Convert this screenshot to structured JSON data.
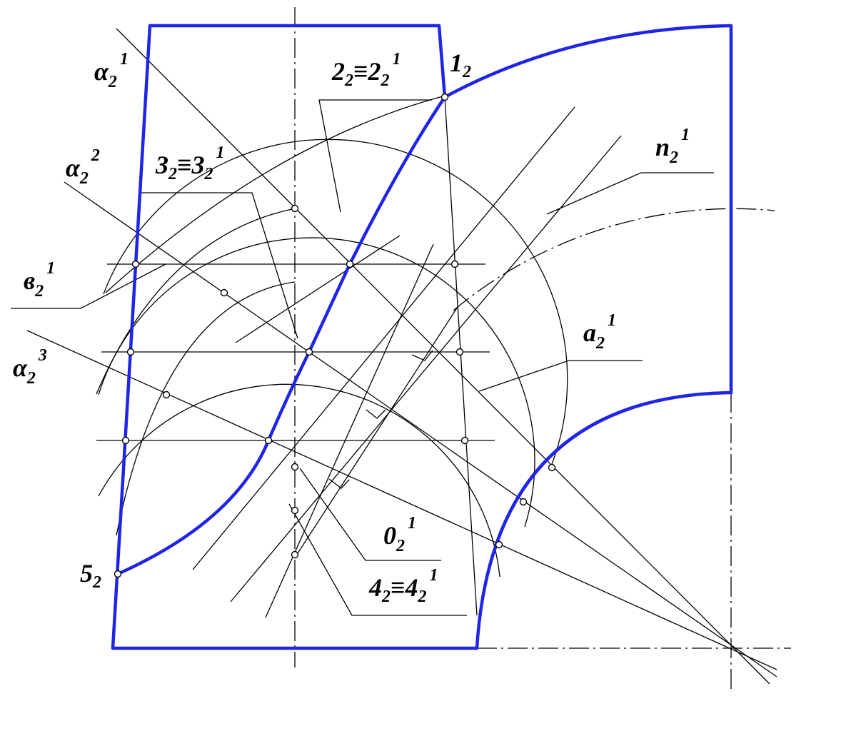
{
  "colors": {
    "outline": "#1f24e6",
    "construction": "#000000",
    "background": "#ffffff"
  },
  "labels": {
    "alpha21": {
      "base": "α",
      "sub": "2",
      "sup": "1"
    },
    "alpha22": {
      "base": "α",
      "sub": "2",
      "sup": "2"
    },
    "alpha23": {
      "base": "α",
      "sub": "2",
      "sup": "3"
    },
    "b21": {
      "base": "в",
      "sub": "2",
      "sup": "1"
    },
    "p22": {
      "base": "2",
      "sub": "2",
      "mid": "≡2",
      "sub2": "2",
      "sup": "1"
    },
    "p32": {
      "base": "3",
      "sub": "2",
      "mid": "≡3",
      "sub2": "2",
      "sup": "1"
    },
    "p42": {
      "base": "4",
      "sub": "2",
      "mid": "≡4",
      "sub2": "2",
      "sup": "1"
    },
    "p12": {
      "base": "1",
      "sub": "2"
    },
    "p52": {
      "base": "5",
      "sub": "2"
    },
    "n21": {
      "base": "n",
      "sub": "2",
      "sup": "1"
    },
    "a21": {
      "base": "a",
      "sub": "2",
      "sup": "1"
    },
    "o21": {
      "base": "0",
      "sub": "2",
      "sup": "1"
    }
  }
}
